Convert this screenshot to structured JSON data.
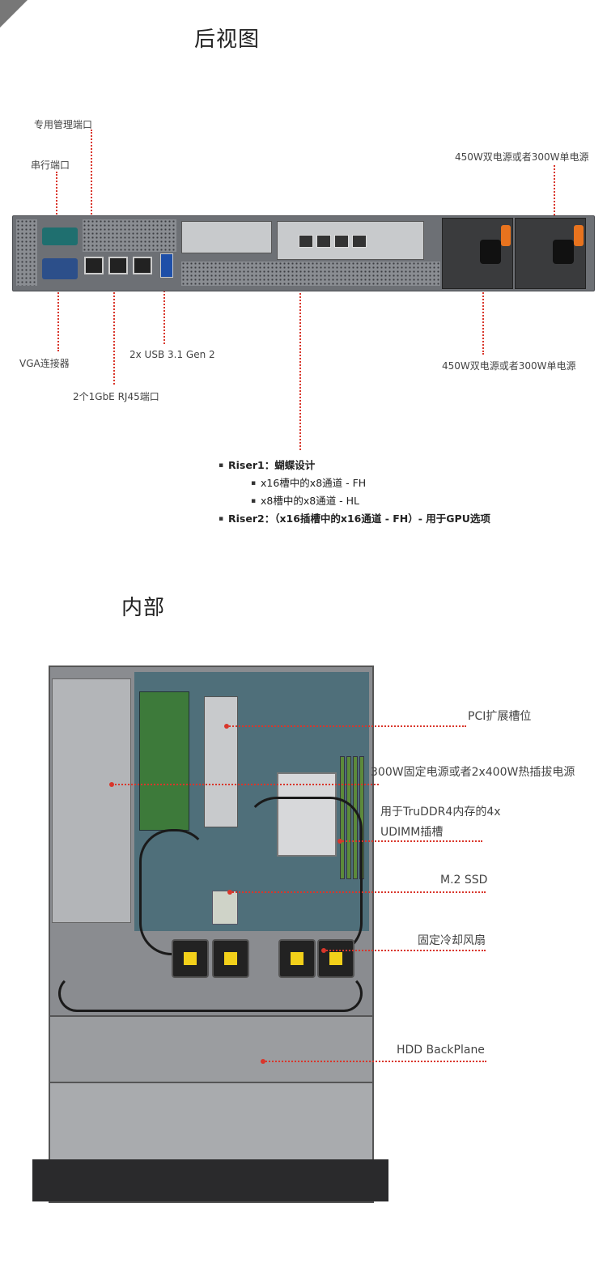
{
  "rear_section": {
    "title": "后视图",
    "labels": {
      "mgmt_port": "专用管理端口",
      "serial_port": "串行端口",
      "vga": "VGA连接器",
      "usb": "2x USB 3.1 Gen 2",
      "rj45": "2个1GbE RJ45端口",
      "psu_top": "450W双电源或者300W单电源",
      "psu_bottom": "450W双电源或者300W单电源"
    },
    "riser_list": [
      {
        "level": 1,
        "text": "Riser1：蝴蝶设计",
        "bold": true
      },
      {
        "level": 2,
        "text": "x16槽中的x8通道 - FH",
        "bold": false
      },
      {
        "level": 2,
        "text": "x8槽中的x8通道 - HL",
        "bold": false
      },
      {
        "level": 1,
        "text": "Riser2：（x16插槽中的x16通道 - FH）- 用于GPU选项",
        "bold": true
      }
    ]
  },
  "interior_section": {
    "title": "内部",
    "labels": {
      "pci": "PCI扩展槽位",
      "psu": "300W固定电源或者2x400W热插拔电源",
      "dimm_line1": "用于TruDDR4内存的4x",
      "dimm_line2": "UDIMM插槽",
      "m2": "M.2 SSD",
      "fans": "固定冷却风扇",
      "backplane": "HDD BackPlane"
    }
  },
  "colors": {
    "leader_line": "#d9362b",
    "psu_latch": "#e8731e",
    "vga_port": "#2c4f8a",
    "usb_port": "#1e4fa8"
  }
}
